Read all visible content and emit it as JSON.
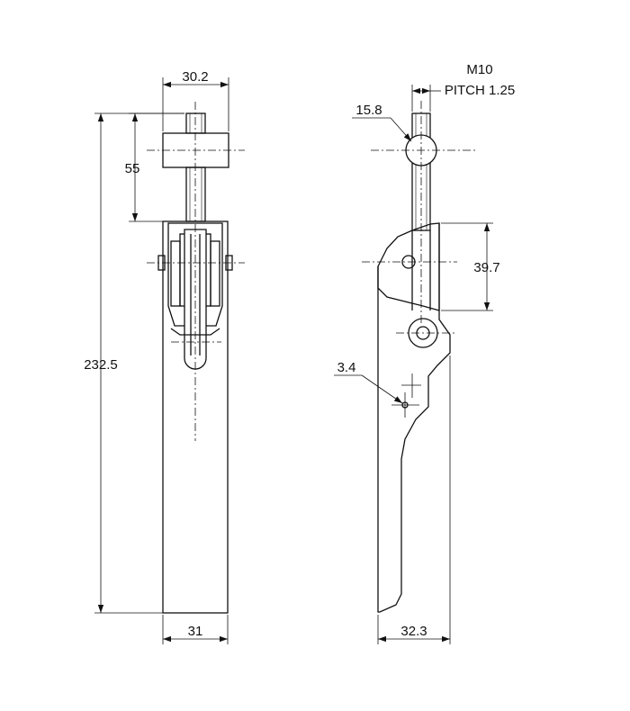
{
  "drawing": {
    "front_view": {
      "width_top": "30.2",
      "height_upper": "55",
      "overall_height": "232.5",
      "width_bottom": "31"
    },
    "side_view": {
      "thread_size": "M10",
      "thread_pitch": "PITCH 1.25",
      "ball_diameter": "15.8",
      "pivot_height": "39.7",
      "hole_diameter": "3.4",
      "width_bottom": "32.3"
    }
  }
}
